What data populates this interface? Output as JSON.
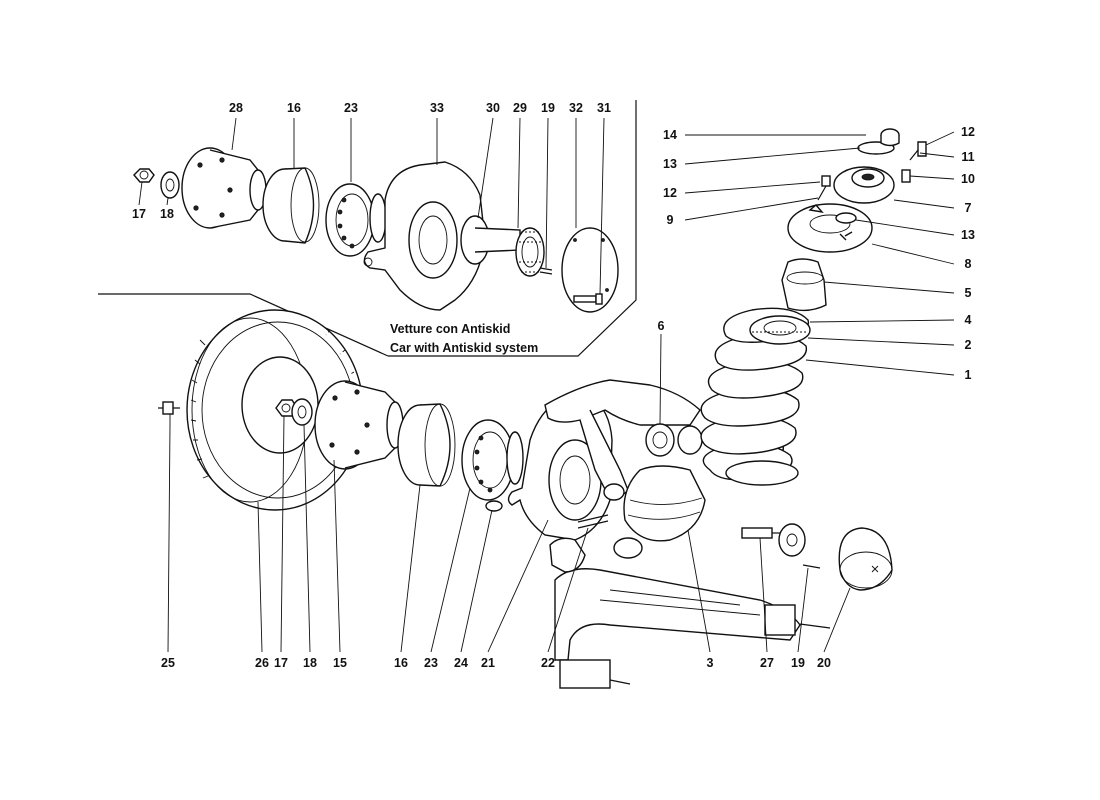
{
  "caption": {
    "line1": "Vetture con Antiskid",
    "line2": "Car with Antiskid system"
  },
  "callouts": {
    "inset": [
      "28",
      "16",
      "23",
      "33",
      "30",
      "29",
      "19",
      "32",
      "31",
      "17",
      "18"
    ],
    "right": [
      "14",
      "12",
      "13",
      "11",
      "12",
      "10",
      "9",
      "7",
      "13",
      "8",
      "5",
      "4",
      "2",
      "1",
      "6"
    ],
    "bottom": [
      "25",
      "26",
      "17",
      "18",
      "15",
      "16",
      "23",
      "24",
      "21",
      "22",
      "3",
      "27",
      "19",
      "20"
    ]
  }
}
